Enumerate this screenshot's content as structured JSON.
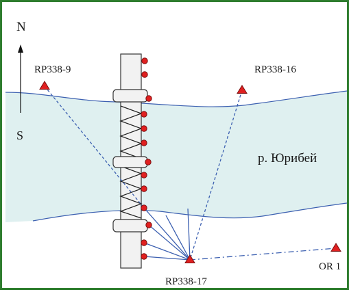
{
  "compass": {
    "north": "N",
    "south": "S"
  },
  "river_label": "р. Юрибей",
  "stations": [
    {
      "name": "RP338-9",
      "label": "RP338-9"
    },
    {
      "name": "RP338-16",
      "label": "RP338-16"
    },
    {
      "name": "RP338-17",
      "label": "RP338-17"
    },
    {
      "name": "OR 1",
      "label": "OR 1"
    }
  ],
  "colors": {
    "frame": "#2e7d2e",
    "river_fill": "#dff0f0",
    "river_bank": "#3b5fb0",
    "ray_line": "#3b5fb0",
    "station_fill": "#e02020",
    "station_stroke": "#7a1010",
    "sensor_fill": "#e02020",
    "pipe_fill": "#f2f2f2",
    "pipe_stroke": "#333333"
  }
}
